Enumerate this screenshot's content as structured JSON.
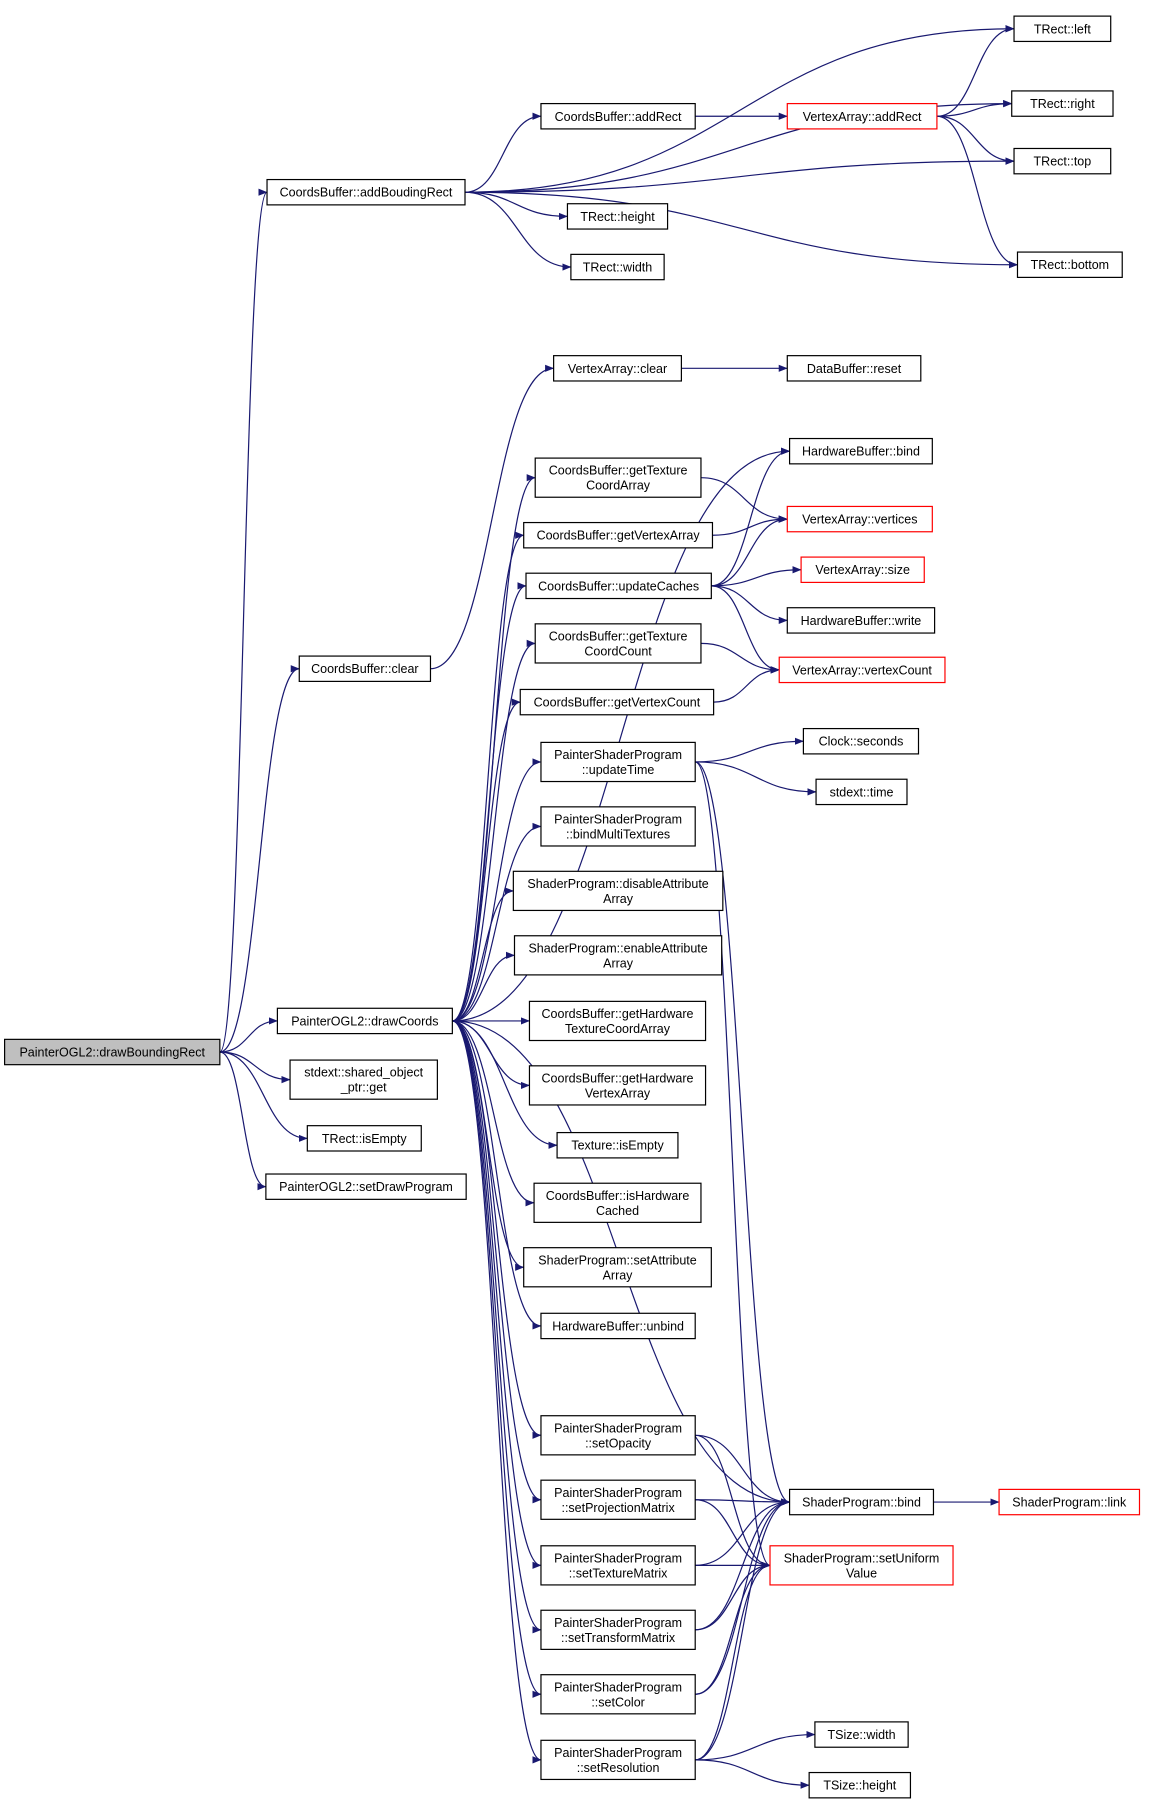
{
  "graph": {
    "root": "PainterOGL2::drawBoundingRect",
    "edge_color": "#191970",
    "external_border_color": "#ff0000",
    "focus_fill": "#bfbfbf",
    "nodes": [
      {
        "id": "drawBoundingRect",
        "lines": [
          "PainterOGL2::drawBoundingRect"
        ],
        "kind": "focus"
      },
      {
        "id": "addBoudingRect",
        "lines": [
          "CoordsBuffer::addBoudingRect"
        ],
        "kind": "normal"
      },
      {
        "id": "cbAddRect",
        "lines": [
          "CoordsBuffer::addRect"
        ],
        "kind": "normal"
      },
      {
        "id": "vaAddRect",
        "lines": [
          "VertexArray::addRect"
        ],
        "kind": "external"
      },
      {
        "id": "tLeft",
        "lines": [
          "TRect::left"
        ],
        "kind": "normal"
      },
      {
        "id": "tRight",
        "lines": [
          "TRect::right"
        ],
        "kind": "normal"
      },
      {
        "id": "tTop",
        "lines": [
          "TRect::top"
        ],
        "kind": "normal"
      },
      {
        "id": "tBottom",
        "lines": [
          "TRect::bottom"
        ],
        "kind": "normal"
      },
      {
        "id": "tHeight",
        "lines": [
          "TRect::height"
        ],
        "kind": "normal"
      },
      {
        "id": "tWidth",
        "lines": [
          "TRect::width"
        ],
        "kind": "normal"
      },
      {
        "id": "vaClear",
        "lines": [
          "VertexArray::clear"
        ],
        "kind": "normal"
      },
      {
        "id": "dbReset",
        "lines": [
          "DataBuffer::reset"
        ],
        "kind": "normal"
      },
      {
        "id": "hbBind",
        "lines": [
          "HardwareBuffer::bind"
        ],
        "kind": "normal"
      },
      {
        "id": "getTexCoordArray",
        "lines": [
          "CoordsBuffer::getTexture",
          "CoordArray"
        ],
        "kind": "normal"
      },
      {
        "id": "vaVertices",
        "lines": [
          "VertexArray::vertices"
        ],
        "kind": "external"
      },
      {
        "id": "getVertexArray",
        "lines": [
          "CoordsBuffer::getVertexArray"
        ],
        "kind": "normal"
      },
      {
        "id": "updateCaches",
        "lines": [
          "CoordsBuffer::updateCaches"
        ],
        "kind": "normal"
      },
      {
        "id": "vaSize",
        "lines": [
          "VertexArray::size"
        ],
        "kind": "external"
      },
      {
        "id": "hbWrite",
        "lines": [
          "HardwareBuffer::write"
        ],
        "kind": "normal"
      },
      {
        "id": "cbClear",
        "lines": [
          "CoordsBuffer::clear"
        ],
        "kind": "normal"
      },
      {
        "id": "getTexCoordCount",
        "lines": [
          "CoordsBuffer::getTexture",
          "CoordCount"
        ],
        "kind": "normal"
      },
      {
        "id": "vaVertexCount",
        "lines": [
          "VertexArray::vertexCount"
        ],
        "kind": "external"
      },
      {
        "id": "getVertexCount",
        "lines": [
          "CoordsBuffer::getVertexCount"
        ],
        "kind": "normal"
      },
      {
        "id": "updateTime",
        "lines": [
          "PainterShaderProgram",
          "::updateTime"
        ],
        "kind": "normal"
      },
      {
        "id": "clockSeconds",
        "lines": [
          "Clock::seconds"
        ],
        "kind": "normal"
      },
      {
        "id": "stdextTime",
        "lines": [
          "stdext::time"
        ],
        "kind": "normal"
      },
      {
        "id": "bindMultiTextures",
        "lines": [
          "PainterShaderProgram",
          "::bindMultiTextures"
        ],
        "kind": "normal"
      },
      {
        "id": "disableAttr",
        "lines": [
          "ShaderProgram::disableAttribute",
          "Array"
        ],
        "kind": "normal"
      },
      {
        "id": "enableAttr",
        "lines": [
          "ShaderProgram::enableAttribute",
          "Array"
        ],
        "kind": "normal"
      },
      {
        "id": "drawCoords",
        "lines": [
          "PainterOGL2::drawCoords"
        ],
        "kind": "normal"
      },
      {
        "id": "getHwTexCoordArray",
        "lines": [
          "CoordsBuffer::getHardware",
          "TextureCoordArray"
        ],
        "kind": "normal"
      },
      {
        "id": "getHwVertexArray",
        "lines": [
          "CoordsBuffer::getHardware",
          "VertexArray"
        ],
        "kind": "normal"
      },
      {
        "id": "sharedGet",
        "lines": [
          "stdext::shared_object",
          "_ptr::get"
        ],
        "kind": "normal"
      },
      {
        "id": "texIsEmpty",
        "lines": [
          "Texture::isEmpty"
        ],
        "kind": "normal"
      },
      {
        "id": "rectIsEmpty",
        "lines": [
          "TRect::isEmpty"
        ],
        "kind": "normal"
      },
      {
        "id": "setDrawProgram",
        "lines": [
          "PainterOGL2::setDrawProgram"
        ],
        "kind": "normal"
      },
      {
        "id": "isHwCached",
        "lines": [
          "CoordsBuffer::isHardware",
          "Cached"
        ],
        "kind": "normal"
      },
      {
        "id": "setAttrArray",
        "lines": [
          "ShaderProgram::setAttribute",
          "Array"
        ],
        "kind": "normal"
      },
      {
        "id": "hbUnbind",
        "lines": [
          "HardwareBuffer::unbind"
        ],
        "kind": "normal"
      },
      {
        "id": "setOpacity",
        "lines": [
          "PainterShaderProgram",
          "::setOpacity"
        ],
        "kind": "normal"
      },
      {
        "id": "spBind",
        "lines": [
          "ShaderProgram::bind"
        ],
        "kind": "normal"
      },
      {
        "id": "spLink",
        "lines": [
          "ShaderProgram::link"
        ],
        "kind": "external"
      },
      {
        "id": "setProjMatrix",
        "lines": [
          "PainterShaderProgram",
          "::setProjectionMatrix"
        ],
        "kind": "normal"
      },
      {
        "id": "spSetUniform",
        "lines": [
          "ShaderProgram::setUniform",
          "Value"
        ],
        "kind": "external"
      },
      {
        "id": "setTexMatrix",
        "lines": [
          "PainterShaderProgram",
          "::setTextureMatrix"
        ],
        "kind": "normal"
      },
      {
        "id": "setTransMatrix",
        "lines": [
          "PainterShaderProgram",
          "::setTransformMatrix"
        ],
        "kind": "normal"
      },
      {
        "id": "setColor",
        "lines": [
          "PainterShaderProgram",
          "::setColor"
        ],
        "kind": "normal"
      },
      {
        "id": "setResolution",
        "lines": [
          "PainterShaderProgram",
          "::setResolution"
        ],
        "kind": "normal"
      },
      {
        "id": "tsWidth",
        "lines": [
          "TSize::width"
        ],
        "kind": "normal"
      },
      {
        "id": "tsHeight",
        "lines": [
          "TSize::height"
        ],
        "kind": "normal"
      }
    ],
    "edges": [
      [
        "drawBoundingRect",
        "addBoudingRect"
      ],
      [
        "drawBoundingRect",
        "cbClear"
      ],
      [
        "drawBoundingRect",
        "drawCoords"
      ],
      [
        "drawBoundingRect",
        "sharedGet"
      ],
      [
        "drawBoundingRect",
        "rectIsEmpty"
      ],
      [
        "drawBoundingRect",
        "setDrawProgram"
      ],
      [
        "addBoudingRect",
        "tLeft"
      ],
      [
        "addBoudingRect",
        "tRight"
      ],
      [
        "addBoudingRect",
        "cbAddRect"
      ],
      [
        "addBoudingRect",
        "tTop"
      ],
      [
        "addBoudingRect",
        "tHeight"
      ],
      [
        "addBoudingRect",
        "tWidth"
      ],
      [
        "addBoudingRect",
        "tBottom"
      ],
      [
        "cbAddRect",
        "vaAddRect"
      ],
      [
        "vaAddRect",
        "tLeft"
      ],
      [
        "vaAddRect",
        "tRight"
      ],
      [
        "vaAddRect",
        "tTop"
      ],
      [
        "vaAddRect",
        "tBottom"
      ],
      [
        "cbClear",
        "vaClear"
      ],
      [
        "vaClear",
        "dbReset"
      ],
      [
        "drawCoords",
        "hbBind"
      ],
      [
        "drawCoords",
        "getTexCoordArray"
      ],
      [
        "drawCoords",
        "getVertexArray"
      ],
      [
        "drawCoords",
        "updateCaches"
      ],
      [
        "drawCoords",
        "getTexCoordCount"
      ],
      [
        "drawCoords",
        "getVertexCount"
      ],
      [
        "drawCoords",
        "updateTime"
      ],
      [
        "drawCoords",
        "bindMultiTextures"
      ],
      [
        "drawCoords",
        "disableAttr"
      ],
      [
        "drawCoords",
        "enableAttr"
      ],
      [
        "drawCoords",
        "getHwTexCoordArray"
      ],
      [
        "drawCoords",
        "getHwVertexArray"
      ],
      [
        "drawCoords",
        "texIsEmpty"
      ],
      [
        "drawCoords",
        "isHwCached"
      ],
      [
        "drawCoords",
        "setAttrArray"
      ],
      [
        "drawCoords",
        "hbUnbind"
      ],
      [
        "drawCoords",
        "spBind"
      ],
      [
        "drawCoords",
        "setOpacity"
      ],
      [
        "drawCoords",
        "setProjMatrix"
      ],
      [
        "drawCoords",
        "setTexMatrix"
      ],
      [
        "drawCoords",
        "setTransMatrix"
      ],
      [
        "drawCoords",
        "setColor"
      ],
      [
        "drawCoords",
        "setResolution"
      ],
      [
        "getTexCoordArray",
        "vaVertices"
      ],
      [
        "getVertexArray",
        "vaVertices"
      ],
      [
        "updateCaches",
        "hbBind"
      ],
      [
        "updateCaches",
        "vaVertices"
      ],
      [
        "updateCaches",
        "vaSize"
      ],
      [
        "updateCaches",
        "hbWrite"
      ],
      [
        "updateCaches",
        "vaVertexCount"
      ],
      [
        "getTexCoordCount",
        "vaVertexCount"
      ],
      [
        "getVertexCount",
        "vaVertexCount"
      ],
      [
        "updateTime",
        "clockSeconds"
      ],
      [
        "updateTime",
        "stdextTime"
      ],
      [
        "updateTime",
        "spBind"
      ],
      [
        "updateTime",
        "spSetUniform"
      ],
      [
        "setOpacity",
        "spBind"
      ],
      [
        "setOpacity",
        "spSetUniform"
      ],
      [
        "setProjMatrix",
        "spBind"
      ],
      [
        "setProjMatrix",
        "spSetUniform"
      ],
      [
        "setTexMatrix",
        "spBind"
      ],
      [
        "setTexMatrix",
        "spSetUniform"
      ],
      [
        "setTransMatrix",
        "spBind"
      ],
      [
        "setTransMatrix",
        "spSetUniform"
      ],
      [
        "setColor",
        "spBind"
      ],
      [
        "setColor",
        "spSetUniform"
      ],
      [
        "setResolution",
        "spBind"
      ],
      [
        "setResolution",
        "spSetUniform"
      ],
      [
        "setResolution",
        "tsWidth"
      ],
      [
        "setResolution",
        "tsHeight"
      ],
      [
        "spBind",
        "spLink"
      ]
    ]
  }
}
